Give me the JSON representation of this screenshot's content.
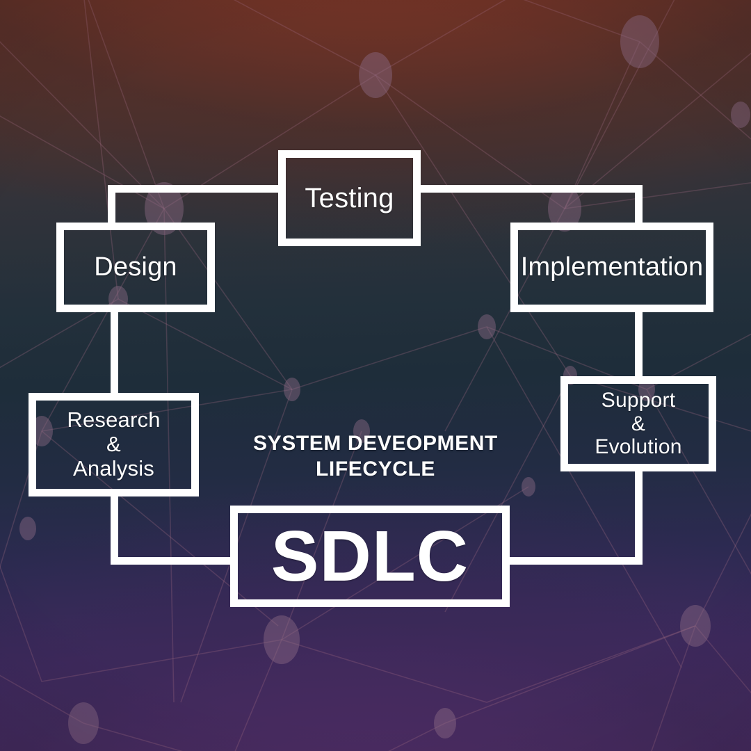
{
  "diagram": {
    "title": "SDLC",
    "center_caption_line1": "SYSTEM DEVEOPMENT",
    "center_caption_line2": "LIFECYCLE",
    "colors": {
      "box_border": "#ffffff",
      "connector": "#ffffff",
      "text": "#ffffff",
      "bg_top": "#7a3528",
      "bg_center": "#1f2e3a",
      "bg_bottom": "#4a2b62",
      "network_line": "#8b5a72"
    },
    "nodes": [
      {
        "id": "testing",
        "label": "Testing"
      },
      {
        "id": "design",
        "label": "Design"
      },
      {
        "id": "implementation",
        "label": "Implementation"
      },
      {
        "id": "research",
        "label_line1": "Research",
        "label_line2": "&",
        "label_line3": "Analysis"
      },
      {
        "id": "support",
        "label_line1": "Support",
        "label_line2": "&",
        "label_line3": "Evolution"
      },
      {
        "id": "sdlc",
        "label": "SDLC"
      }
    ],
    "connections": [
      {
        "from": "design",
        "to": "testing",
        "style": "elbow"
      },
      {
        "from": "testing",
        "to": "implementation",
        "style": "elbow"
      },
      {
        "from": "design",
        "to": "research",
        "style": "straight-vertical"
      },
      {
        "from": "implementation",
        "to": "support",
        "style": "straight-vertical"
      },
      {
        "from": "research",
        "to": "sdlc",
        "style": "elbow"
      },
      {
        "from": "support",
        "to": "sdlc",
        "style": "elbow"
      }
    ]
  }
}
